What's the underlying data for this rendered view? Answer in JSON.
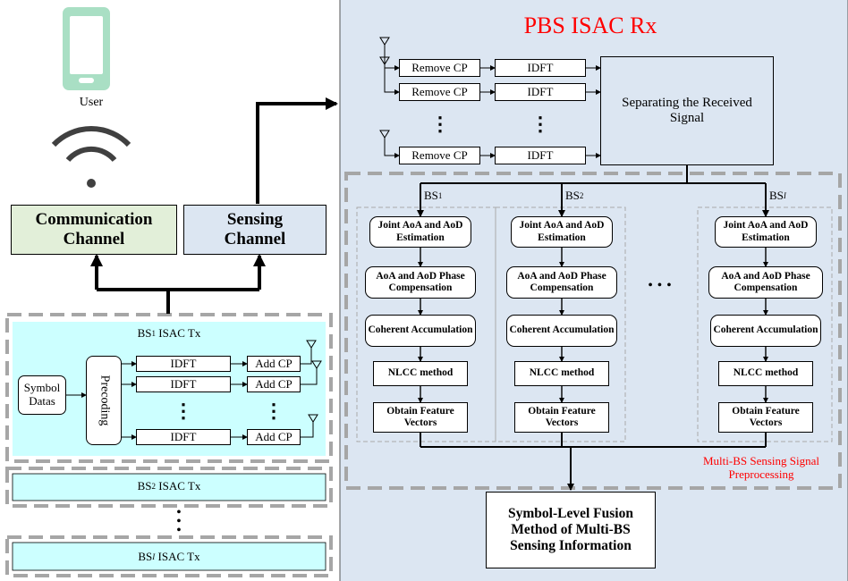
{
  "colors": {
    "user_device": "#a9dfc4",
    "comm_channel_fill": "#e2efd9",
    "sensing_channel_fill": "#dce6f2",
    "tx_fill": "#ccffff",
    "rx_panel_fill": "#dce6f2",
    "rx_title": "#ff0000",
    "preproc_label": "#ff0000",
    "dashed_border": "#a6a6a6"
  },
  "user": {
    "label": "User",
    "icon": "mobile-phone-icon",
    "signal_icon": "wireless-signal-icon"
  },
  "channels": {
    "communication": "Communication Channel",
    "sensing": "Sensing Channel"
  },
  "tx1": {
    "title_prefix": "BS",
    "title_sub": "1",
    "title_suffix": " ISAC Tx",
    "symbol_datas": "Symbol Datas",
    "precoding": "Precoding",
    "idft": "IDFT",
    "add_cp": "Add CP",
    "dots": "⋮"
  },
  "tx2": {
    "prefix": "BS",
    "sub": "2",
    "suffix": " ISAC Tx"
  },
  "txI": {
    "prefix": "BS",
    "sub": "I",
    "suffix": " ISAC Tx"
  },
  "tx_more": "•\n•\n•",
  "rx": {
    "title": "PBS ISAC Rx",
    "remove_cp": "Remove CP",
    "idft": "IDFT",
    "dots": "⋮",
    "separating": "Separating the Received Signal",
    "bs_labels": [
      {
        "prefix": "BS",
        "sub": "1"
      },
      {
        "prefix": "BS",
        "sub": "2"
      },
      {
        "prefix": "BS",
        "sub": "I"
      }
    ],
    "steps": {
      "joint": "Joint AoA and AoD Estimation",
      "phase": "AoA and AoD Phase Compensation",
      "coherent": "Coherent Accumulation",
      "nlcc": "NLCC method",
      "feature": "Obtain Feature Vectors"
    },
    "hdots": "• • •",
    "preprocessing_label": "Multi-BS Sensing Signal Preprocessing",
    "fusion": "Symbol-Level Fusion Method of Multi-BS Sensing Information"
  }
}
